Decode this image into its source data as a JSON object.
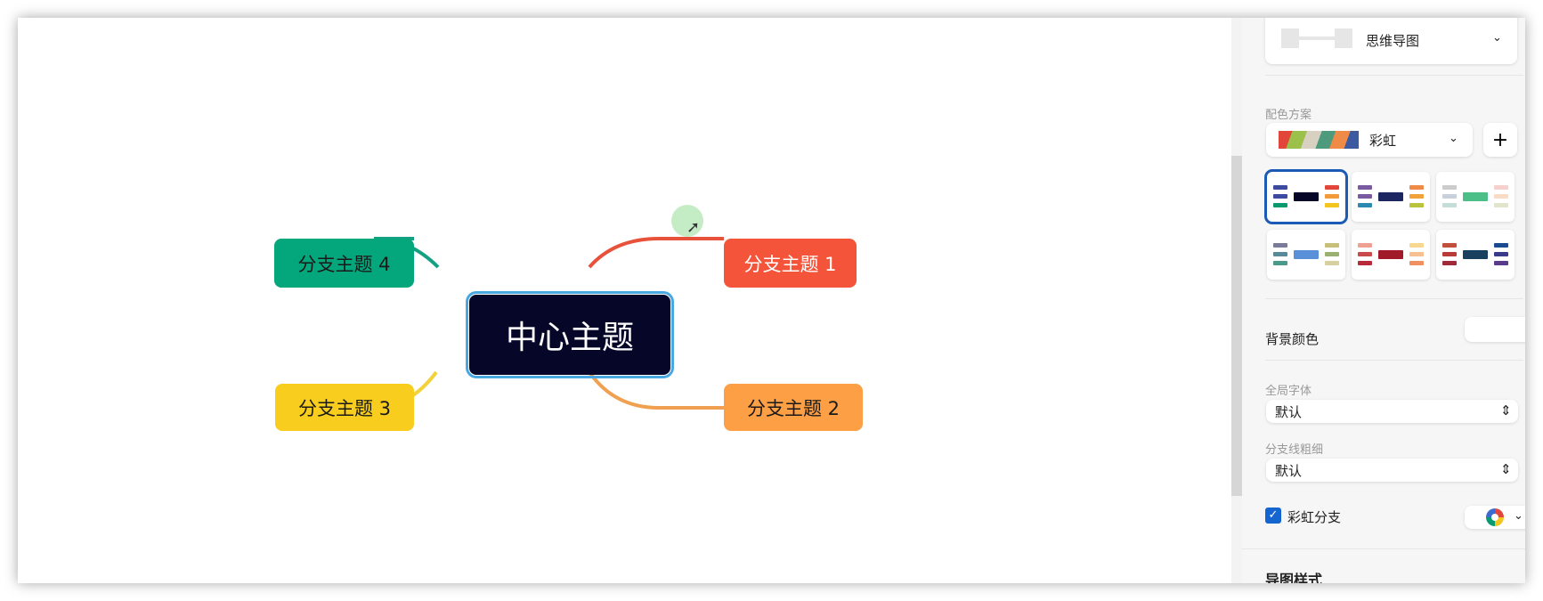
{
  "mindmap": {
    "center": "中心主题",
    "branches": [
      {
        "label": "分支主题 1",
        "color": "#f4553a",
        "line": "#e8523b"
      },
      {
        "label": "分支主题 2",
        "color": "#fc9f45",
        "line": "#f0a050"
      },
      {
        "label": "分支主题 3",
        "color": "#f8cd1d",
        "line": "#f2d23a"
      },
      {
        "label": "分支主题 4",
        "color": "#04a67c",
        "line": "#16a082"
      }
    ]
  },
  "panel": {
    "structure": {
      "value": "思维导图"
    },
    "color_scheme": {
      "label": "配色方案",
      "value": "彩虹",
      "add": "+"
    },
    "background": {
      "label": "背景颜色"
    },
    "font": {
      "label": "全局字体",
      "value": "默认"
    },
    "line_width": {
      "label": "分支线粗细",
      "value": "默认"
    },
    "rainbow": {
      "label": "彩虹分支",
      "checked": true
    },
    "map_style": {
      "label": "导图样式"
    }
  },
  "colors": {
    "accent": "#1b5bb5",
    "center_bg": "#050628",
    "selection": "#4aa8e0"
  }
}
